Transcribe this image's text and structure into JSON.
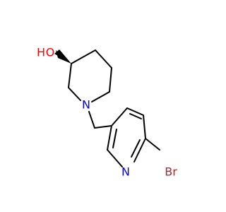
{
  "molecule": {
    "atoms": {
      "O": {
        "symbol": "O",
        "color": "#ff0000"
      },
      "H": {
        "symbol": "H",
        "color": "#ff0000"
      },
      "N_piperidine": {
        "symbol": "N",
        "color": "#0000ff"
      },
      "N_pyridine": {
        "symbol": "N",
        "color": "#0000ff"
      },
      "Br": {
        "symbol": "Br",
        "color": "#a52a2a"
      }
    },
    "bond_color": "#000000",
    "background": "#ffffff"
  }
}
